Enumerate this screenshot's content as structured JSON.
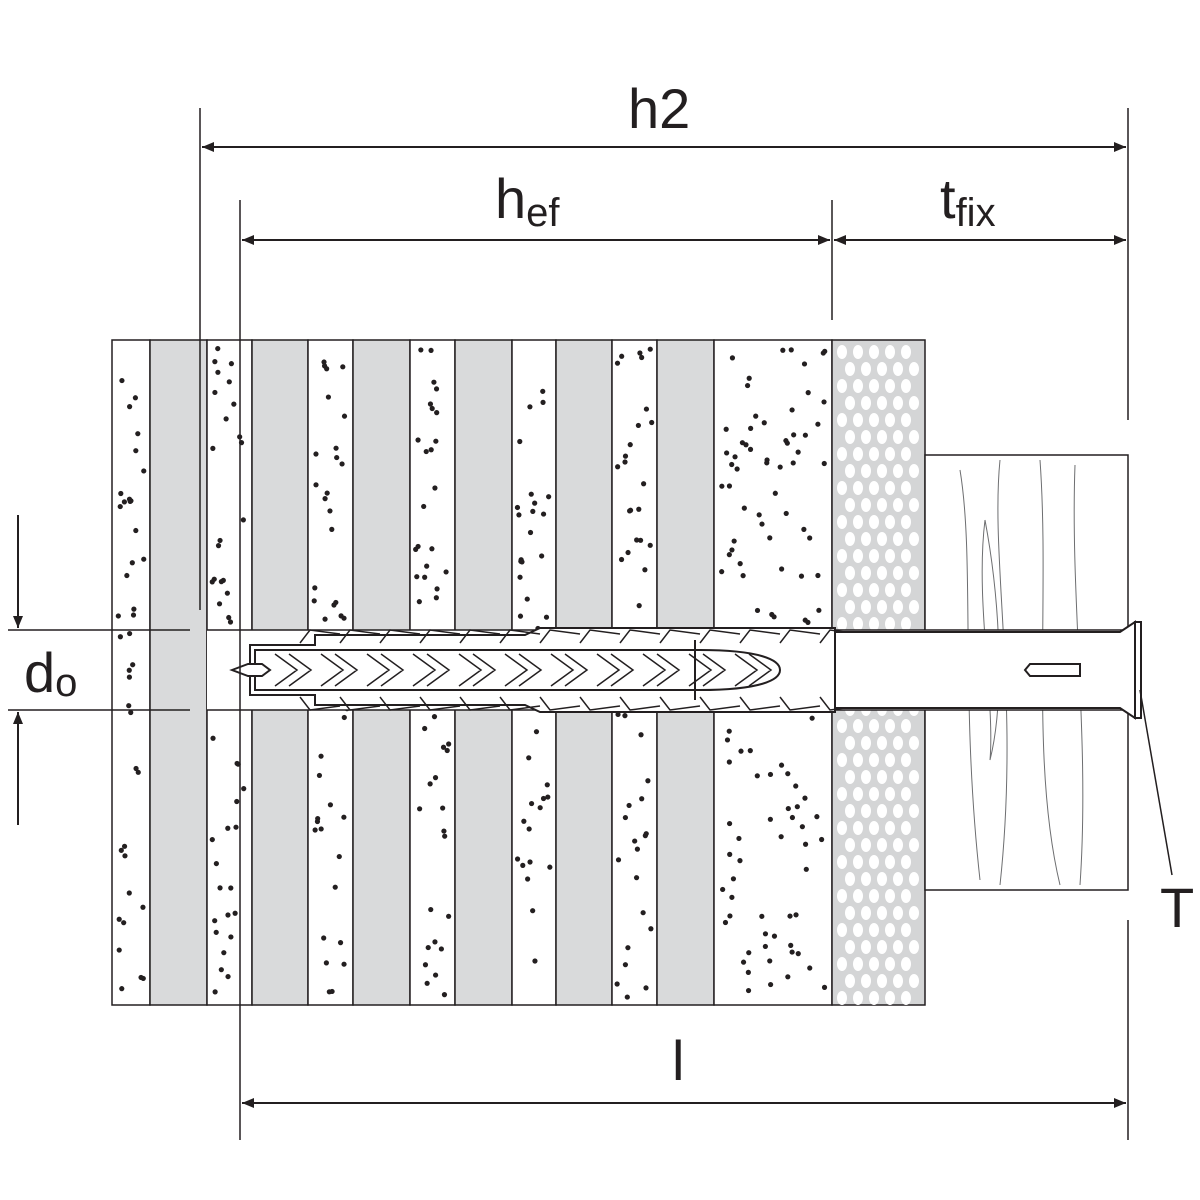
{
  "title": "Anchor installation diagram",
  "dimensions": {
    "h2": {
      "base": "h",
      "sub": "2"
    },
    "hef": {
      "base": "h",
      "sub": "ef"
    },
    "tfix": {
      "base": "t",
      "sub": "fix"
    },
    "l": {
      "base": "l"
    },
    "d0": {
      "base": "d",
      "sub": "o"
    },
    "T": {
      "base": "T"
    }
  },
  "colors": {
    "line": "#231f20",
    "gray": "#d9dadb",
    "plaster": "#d4d5d6",
    "wood": "#ffffff"
  }
}
